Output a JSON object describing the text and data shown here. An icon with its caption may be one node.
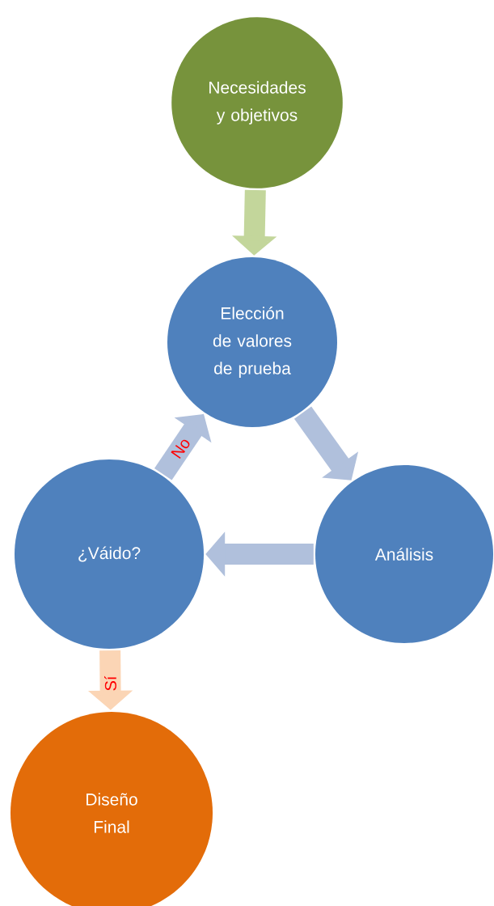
{
  "diagram": {
    "nodes": [
      {
        "text": [
          "Necesidades y objetivos"
        ]
      },
      {
        "text": [
          "Elección de valores de prueba"
        ]
      },
      {
        "text": [
          "Análisis"
        ]
      },
      {
        "text": [
          "¿Váido?"
        ]
      },
      {
        "text": [
          "Diseño Final"
        ]
      }
    ],
    "edges": [
      {
        "from": 0,
        "to": 1,
        "arrow": "to",
        "color": "#c3d69b"
      },
      {
        "from": 1,
        "to": 2,
        "arrow": "to"
      },
      {
        "from": 2,
        "to": 3,
        "arrow": "to"
      },
      {
        "from": 3,
        "to": 1,
        "arrow": "to",
        "label": "No"
      },
      {
        "from": 3,
        "to": 4,
        "arrow": "to",
        "color": "#fbd5b5",
        "label": "Sí"
      }
    ]
  }
}
